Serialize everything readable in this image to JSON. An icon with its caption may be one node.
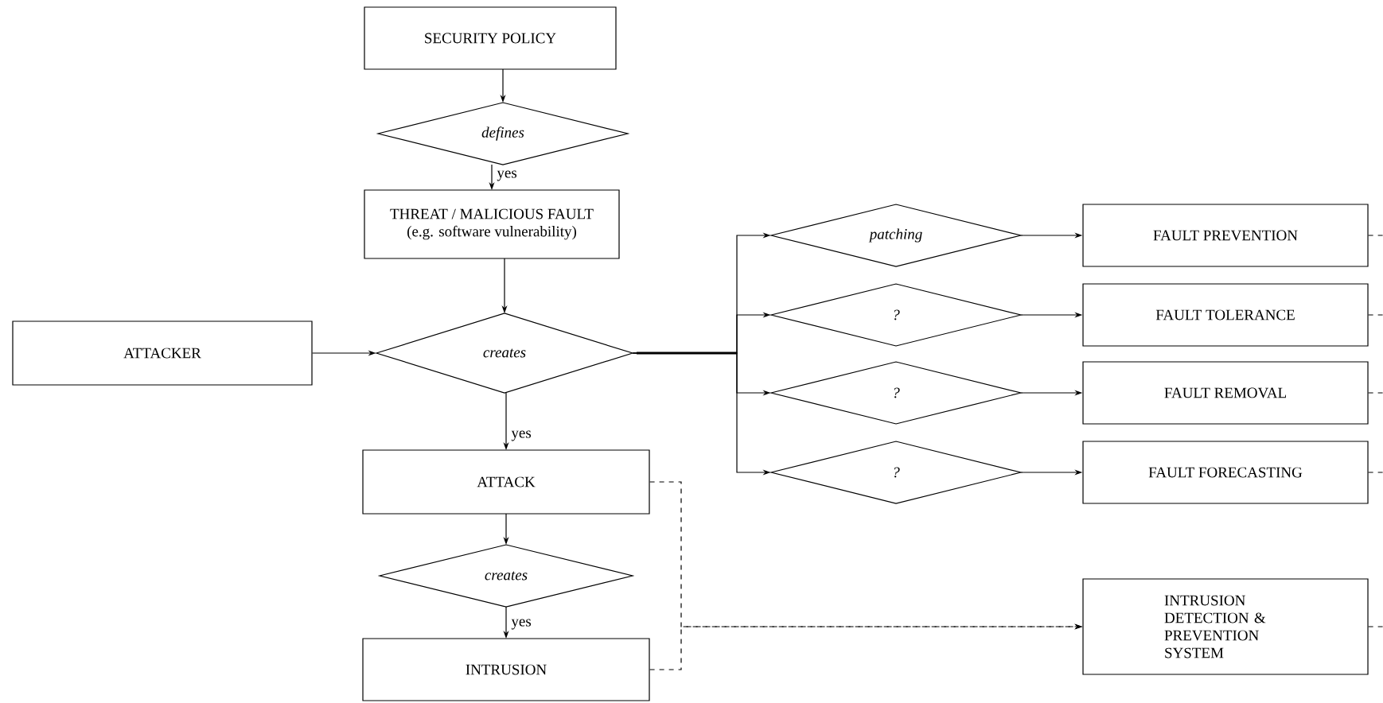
{
  "diagram": {
    "nodes": [
      {
        "text": [
          "SECURITY POLICY"
        ]
      },
      {
        "text": [
          "defines"
        ]
      },
      {
        "text": [
          "THREAT / MALICIOUS FAULT",
          "(e.g. software vulnerability)"
        ]
      },
      {
        "text": [
          "ATTACKER"
        ]
      },
      {
        "text": [
          "creates"
        ]
      },
      {
        "text": [
          "ATTACK"
        ]
      },
      {
        "text": [
          "creates"
        ]
      },
      {
        "text": [
          "INTRUSION"
        ]
      },
      {
        "text": [
          "patching"
        ]
      },
      {
        "text": [
          "?"
        ]
      },
      {
        "text": [
          "?"
        ]
      },
      {
        "text": [
          "?"
        ]
      },
      {
        "text": [
          "FAULT PREVENTION"
        ]
      },
      {
        "text": [
          "FAULT TOLERANCE"
        ]
      },
      {
        "text": [
          "FAULT REMOVAL"
        ]
      },
      {
        "text": [
          "FAULT FORECASTING"
        ]
      },
      {
        "text": [
          "INTRUSION DETECTION & PREVENTION SYSTEM"
        ]
      }
    ],
    "edges": [
      {
        "from": 0,
        "to": 1,
        "arrow": "to"
      },
      {
        "from": 1,
        "to": 2,
        "arrow": "to",
        "label": "yes"
      },
      {
        "from": 2,
        "to": 4,
        "arrow": "to"
      },
      {
        "from": 3,
        "to": 4,
        "arrow": "to"
      },
      {
        "from": 4,
        "to": 8,
        "arrow": "to"
      },
      {
        "from": 4,
        "to": 9,
        "arrow": "to"
      },
      {
        "from": 4,
        "to": 10,
        "arrow": "to"
      },
      {
        "from": 4,
        "to": 11,
        "arrow": "to"
      },
      {
        "from": 8,
        "to": 12,
        "arrow": "to"
      },
      {
        "from": 9,
        "to": 13,
        "arrow": "to"
      },
      {
        "from": 10,
        "to": 14,
        "arrow": "to"
      },
      {
        "from": 11,
        "to": 15,
        "arrow": "to"
      },
      {
        "from": 4,
        "to": 5,
        "arrow": "to",
        "label": "yes"
      },
      {
        "from": 5,
        "to": 6,
        "arrow": "to"
      },
      {
        "from": 6,
        "to": 7,
        "arrow": "to",
        "label": "yes"
      },
      {
        "from": 5,
        "to": 16,
        "arrow": "to",
        "style": "dashed"
      },
      {
        "from": 7,
        "to": 16,
        "arrow": "to",
        "style": "dashed"
      },
      {
        "from": 12,
        "to": null,
        "arrow": "none",
        "style": "dashed"
      },
      {
        "from": 13,
        "to": null,
        "arrow": "none",
        "style": "dashed"
      },
      {
        "from": 14,
        "to": null,
        "arrow": "none",
        "style": "dashed"
      },
      {
        "from": 15,
        "to": null,
        "arrow": "none",
        "style": "dashed"
      },
      {
        "from": 16,
        "to": null,
        "arrow": "none",
        "style": "dashed"
      }
    ]
  }
}
